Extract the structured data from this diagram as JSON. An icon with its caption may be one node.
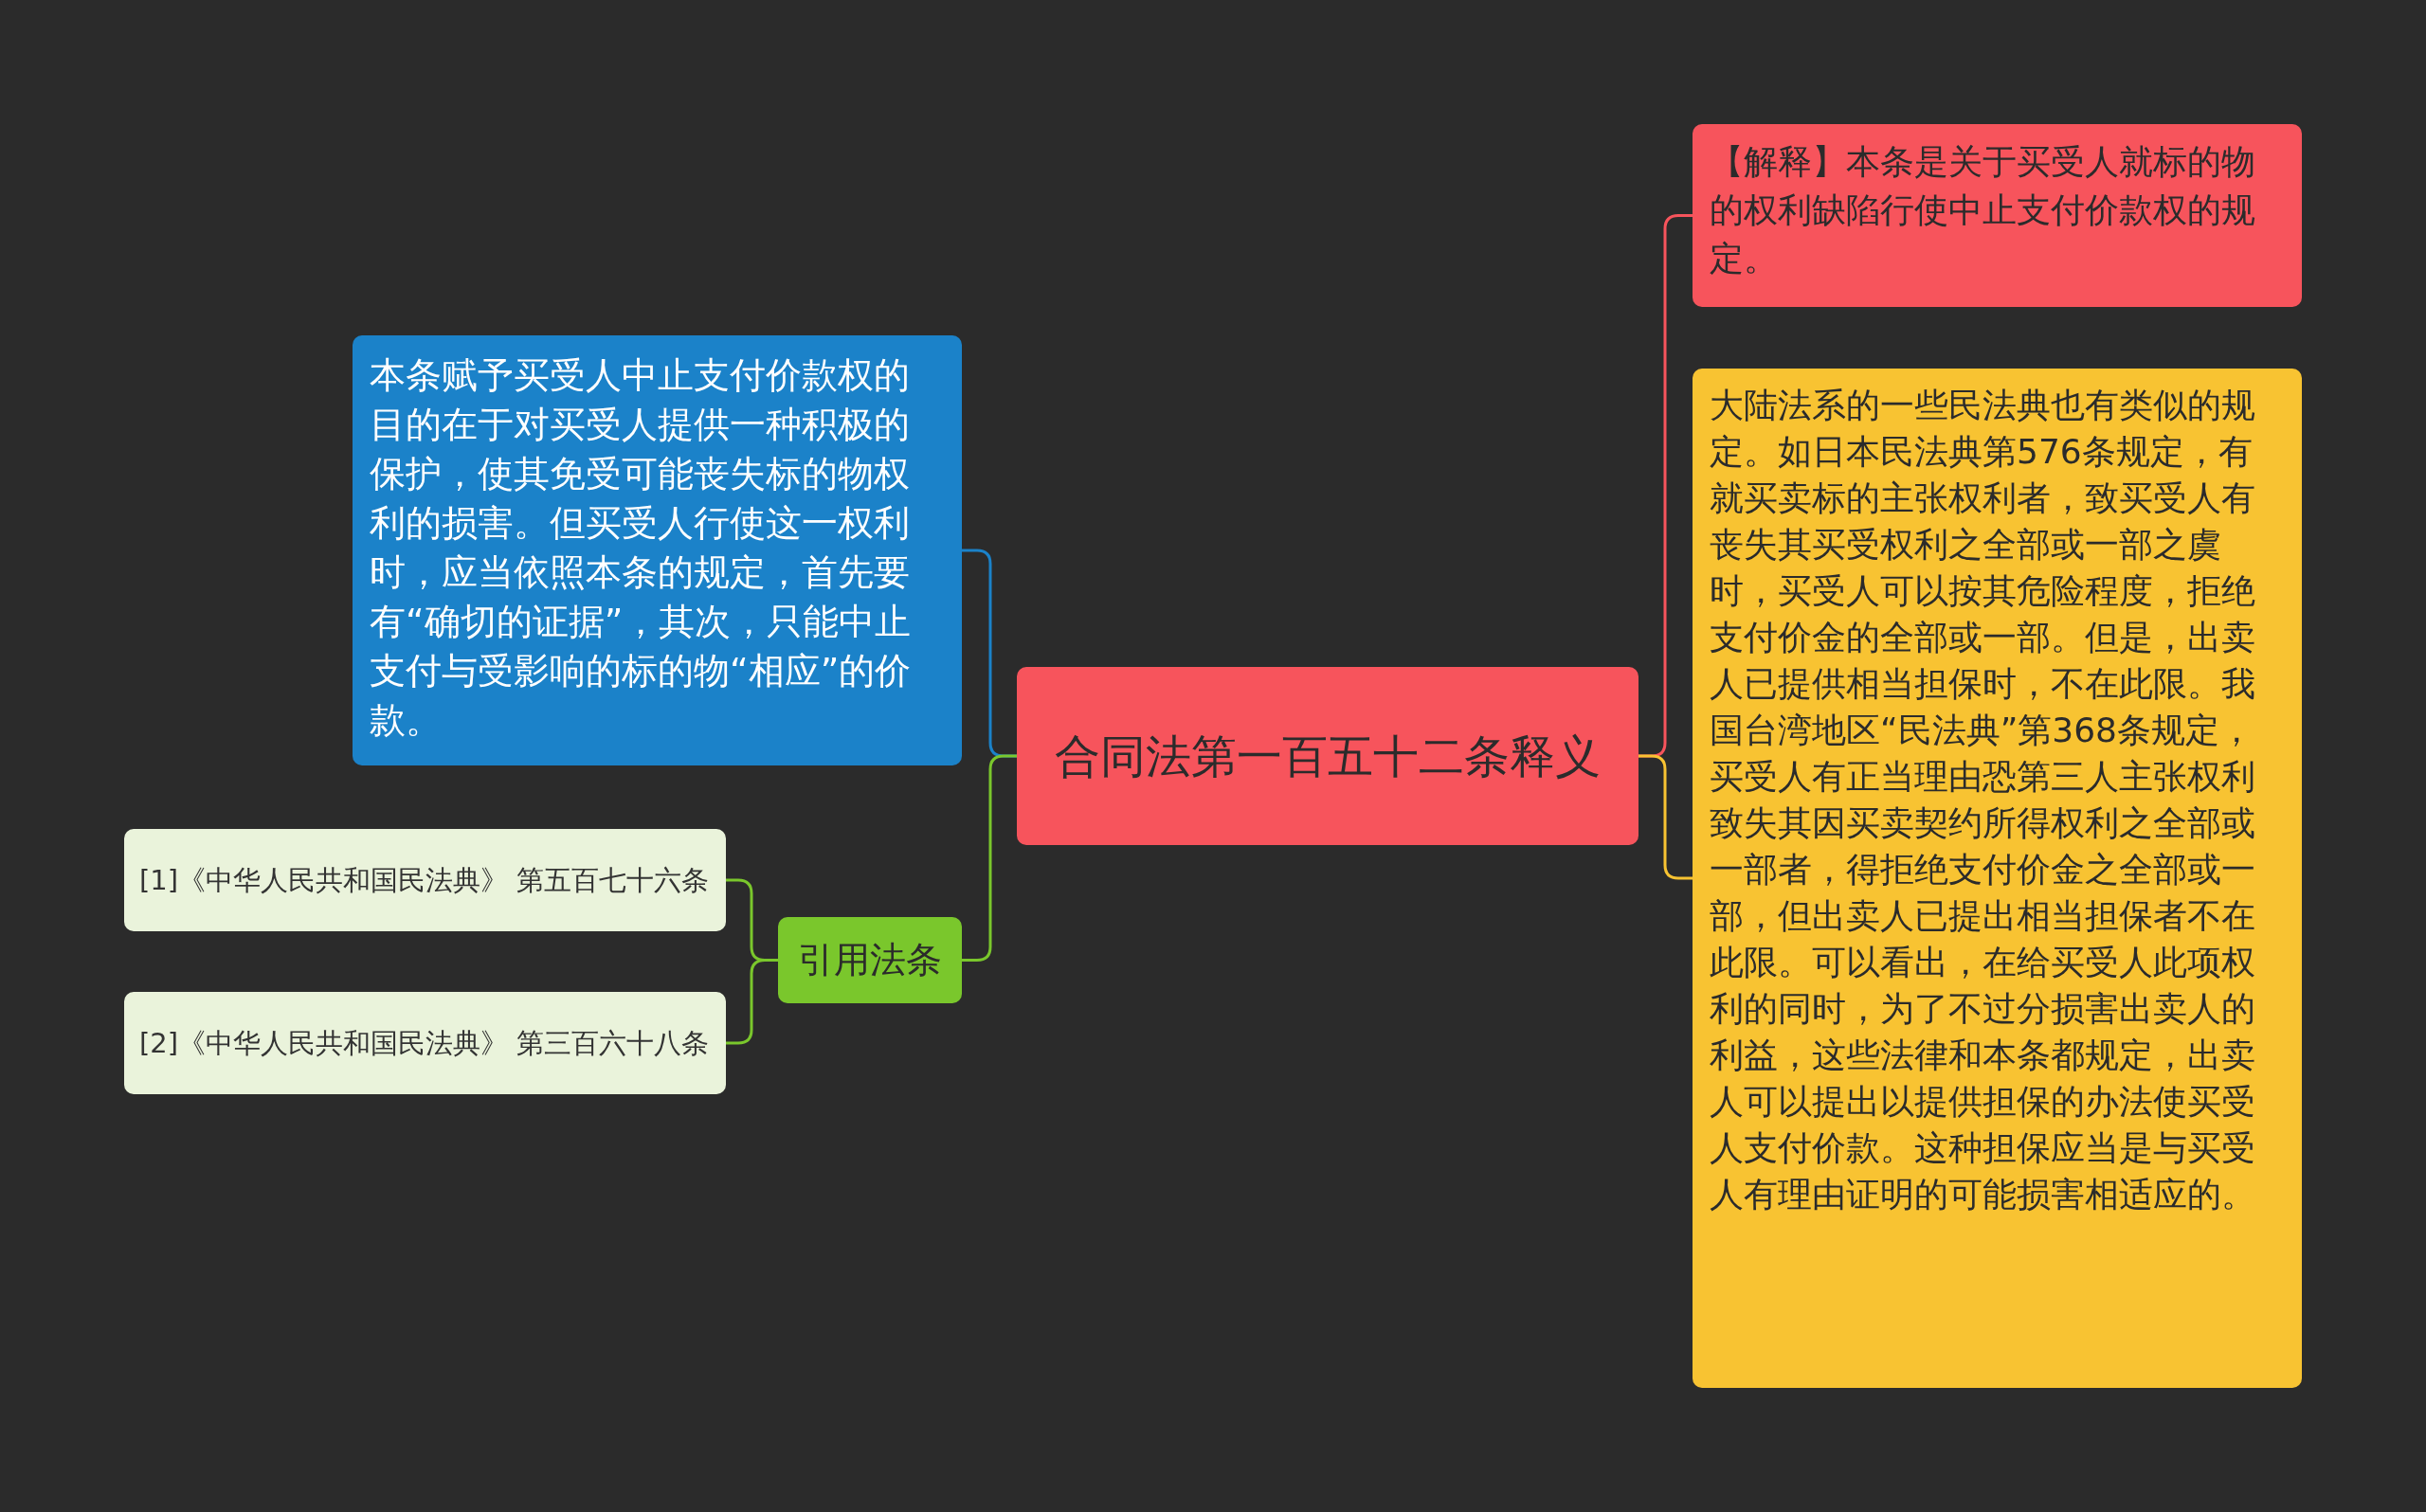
{
  "diagram": {
    "nodes": [
      {
        "text": [
          "合同法第一百五十二条释义"
        ]
      },
      {
        "text": [
          "本条赋予买受人中止支付价款权的目的在于对买受人提供一种积极的保护，使其免受可能丧失标的物权利的损害。但买受人行使这一权利时，应当依照本条的规定，首先要有“确切的证据”，其次，只能中止支付与受影响的标的物“相应”的价款。"
        ]
      },
      {
        "text": [
          "引用法条"
        ]
      },
      {
        "text": [
          "[1]《中华人民共和国民法典》 第五百七十六条"
        ]
      },
      {
        "text": [
          "[2]《中华人民共和国民法典》 第三百六十八条"
        ]
      },
      {
        "text": [
          "【解释】本条是关于买受人就标的物的权利缺陷行使中止支付价款权的规定。"
        ]
      },
      {
        "text": [
          "大陆法系的一些民法典也有类似的规定。如日本民法典第576条规定，有就买卖标的主张权利者，致买受人有丧失其买受权利之全部或一部之虞时，买受人可以按其危险程度，拒绝支付价金的全部或一部。但是，出卖人已提供相当担保时，不在此限。我国台湾地区“民法典”第368条规定，买受人有正当理由恐第三人主张权利致失其因买卖契约所得权利之全部或一部者，得拒绝支付价金之全部或一部，但出卖人已提出相当担保者不在此限。可以看出，在给买受人此项权利的同时，为了不过分损害出卖人的利益，这些法律和本条都规定，出卖人可以提出以提供担保的办法使买受人支付价款。这种担保应当是与买受人有理由证明的可能损害相适应的。"
        ]
      }
    ],
    "edges": [
      {
        "from": 0,
        "to": 1,
        "arrow": "none",
        "color": "#1b82c9"
      },
      {
        "from": 0,
        "to": 2,
        "arrow": "none"
      },
      {
        "from": 2,
        "to": 3,
        "arrow": "none"
      },
      {
        "from": 2,
        "to": 4,
        "arrow": "none"
      },
      {
        "from": 0,
        "to": 5,
        "arrow": "none",
        "color": "#f7545c"
      },
      {
        "from": 0,
        "to": 6,
        "arrow": "none",
        "color": "#f8c332"
      }
    ]
  }
}
